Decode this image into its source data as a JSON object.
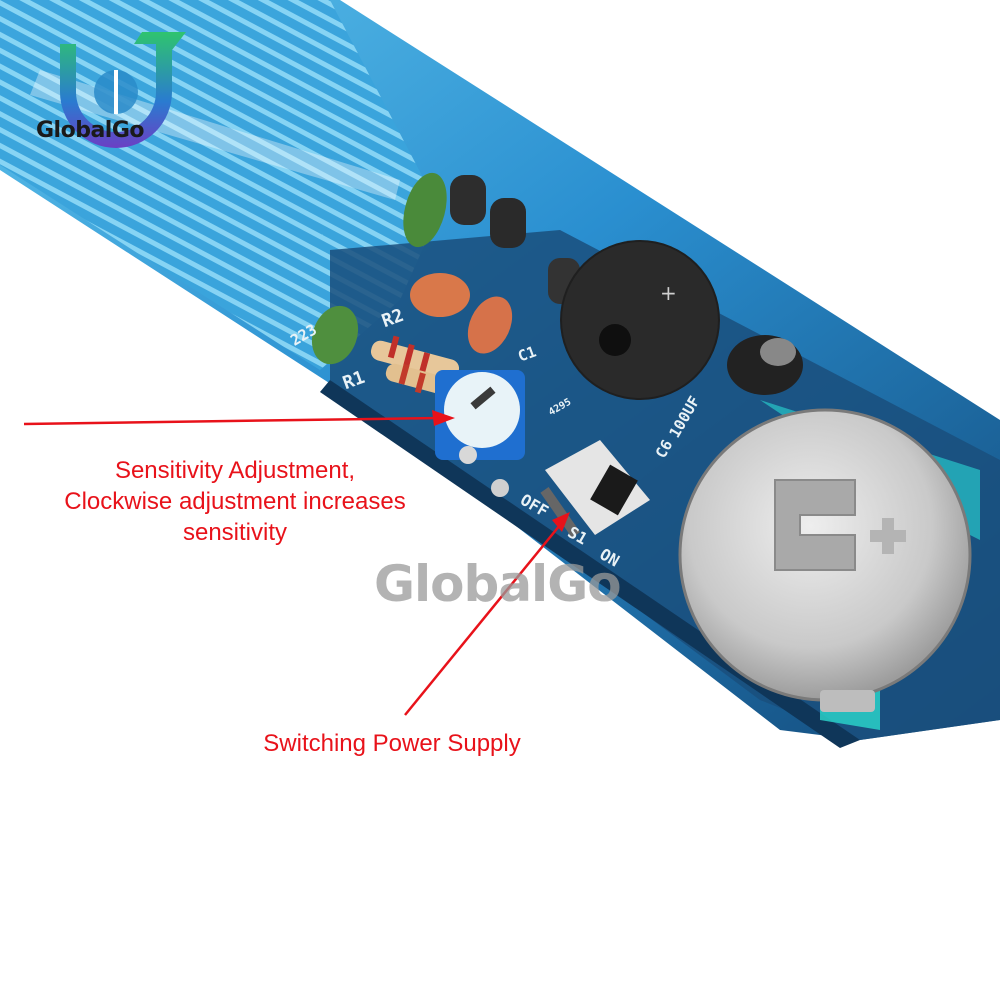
{
  "brand": {
    "logo_text": "GlobalGo",
    "watermark_text": "GlobalGo"
  },
  "annotations": [
    {
      "id": "sensitivity",
      "lines": [
        "Sensitivity Adjustment,",
        "Clockwise adjustment increases",
        "sensitivity"
      ],
      "points_to": "potentiometer"
    },
    {
      "id": "power",
      "lines": [
        "Switching Power Supply"
      ],
      "points_to": "slide-switch S1"
    }
  ],
  "pcb_labels": {
    "r1": "R1",
    "r2": "R2",
    "c1": "C1",
    "c6": "C6",
    "c6_value": "100UF",
    "switch_off": "OFF",
    "switch_name": "S1",
    "switch_on": "ON",
    "pot_code": "4295",
    "cap_code": "223"
  },
  "colors": {
    "annotation_red": "#e8121a",
    "pcb_blue": "#1e6fb0",
    "pcb_dark": "#123d63",
    "trace_cyan": "#4ab8e6"
  }
}
